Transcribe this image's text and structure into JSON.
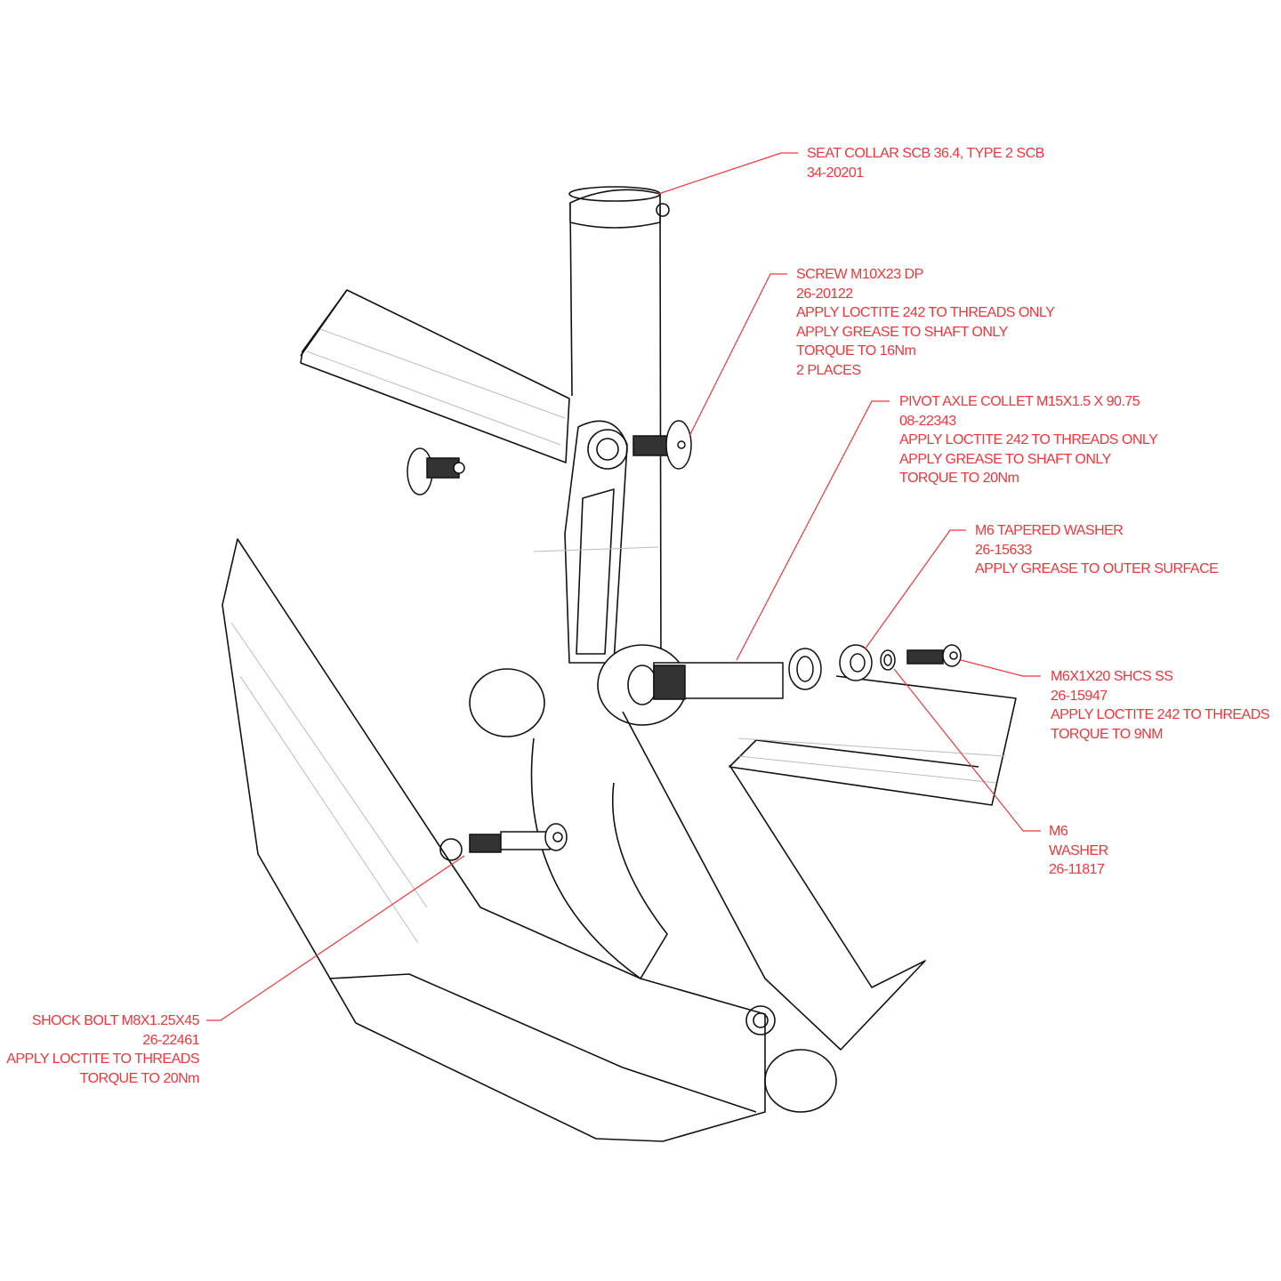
{
  "accent_color": "#f2353a",
  "callouts": {
    "seat_collar": [
      "SEAT COLLAR SCB 36.4, TYPE 2 SCB",
      "34-20201"
    ],
    "screw": [
      "SCREW M10X23 DP",
      "26-20122",
      "APPLY LOCTITE 242 TO THREADS ONLY",
      "APPLY GREASE TO SHAFT ONLY",
      "TORQUE TO 16Nm",
      "2 PLACES"
    ],
    "pivot_axle": [
      "PIVOT AXLE COLLET M15X1.5 X 90.75",
      "08-22343",
      "APPLY LOCTITE 242 TO THREADS ONLY",
      "APPLY GREASE TO SHAFT ONLY",
      "TORQUE TO 20Nm"
    ],
    "tapered_washer": [
      "M6 TAPERED WASHER",
      "26-15633",
      "APPLY GREASE TO OUTER SURFACE"
    ],
    "shcs": [
      "M6X1X20 SHCS SS",
      "26-15947",
      "APPLY LOCTITE 242 TO THREADS",
      "TORQUE TO 9NM"
    ],
    "m6_washer": [
      "M6",
      "WASHER",
      "26-11817"
    ],
    "shock_bolt": [
      "SHOCK BOLT M8X1.25X45",
      "26-22461",
      "APPLY LOCTITE TO THREADS",
      "TORQUE TO 20Nm"
    ]
  }
}
